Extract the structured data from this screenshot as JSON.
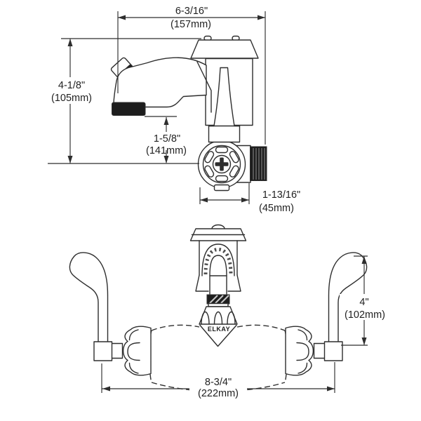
{
  "drawing": {
    "brand_label": "ELKAY",
    "colors": {
      "line": "#2e2e2e",
      "dark_fill": "#1d1d1d",
      "background": "#ffffff"
    },
    "dimensions": {
      "spout_reach": {
        "inches": "6-3/16\"",
        "mm": "(157mm)"
      },
      "overall_height": {
        "inches": "4-1/8\"",
        "mm": "(105mm)"
      },
      "spout_to_centerline": {
        "inches": "1-5/8\"",
        "mm": "(141mm)"
      },
      "wall_to_outlet": {
        "inches": "1-13/16\"",
        "mm": "(45mm)"
      },
      "handle_rise": {
        "inches": "4\"",
        "mm": "(102mm)"
      },
      "handle_span": {
        "inches": "8-3/4\"",
        "mm": "(222mm)"
      }
    }
  }
}
